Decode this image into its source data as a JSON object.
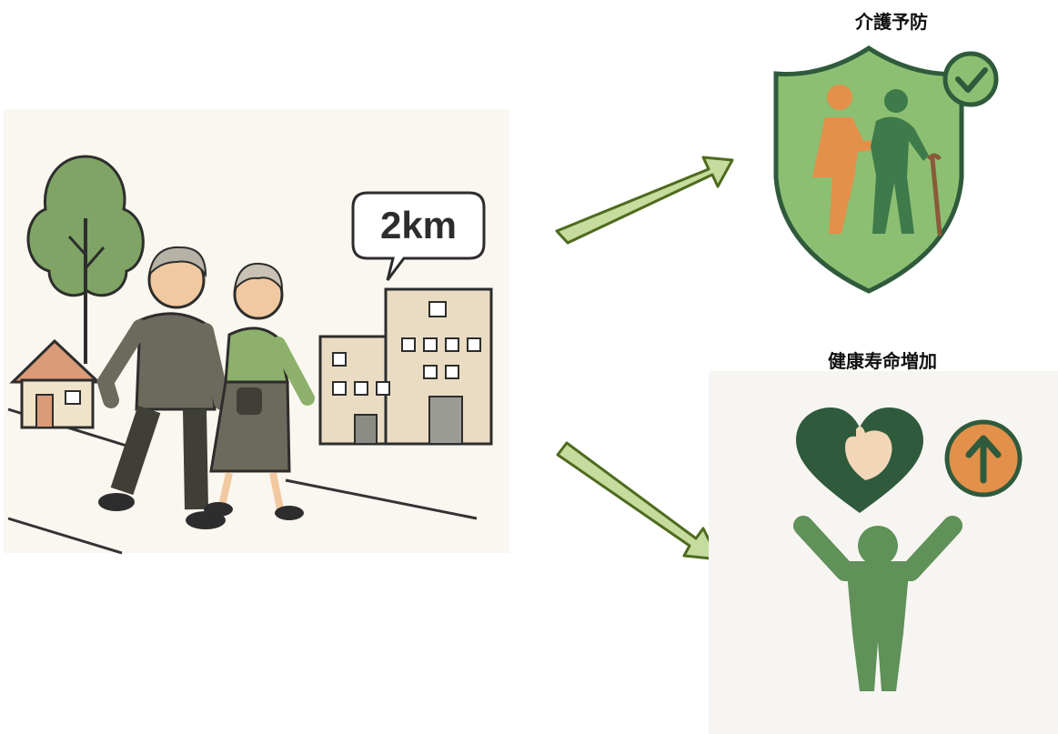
{
  "walk_scene": {
    "distance_label": "2km"
  },
  "outcomes": [
    {
      "label": "介護予防",
      "icon": "shield-care-icon"
    },
    {
      "label": "健康寿命増加",
      "icon": "heart-longevity-icon"
    }
  ],
  "colors": {
    "arrow_fill": "#c6dc9e",
    "arrow_stroke": "#4e6b1e",
    "shield_green": "#8cbf72",
    "dark_green": "#2f5a3c",
    "figure_green": "#5f9158",
    "orange": "#e2904a",
    "background_cream": "#faf7f0"
  }
}
